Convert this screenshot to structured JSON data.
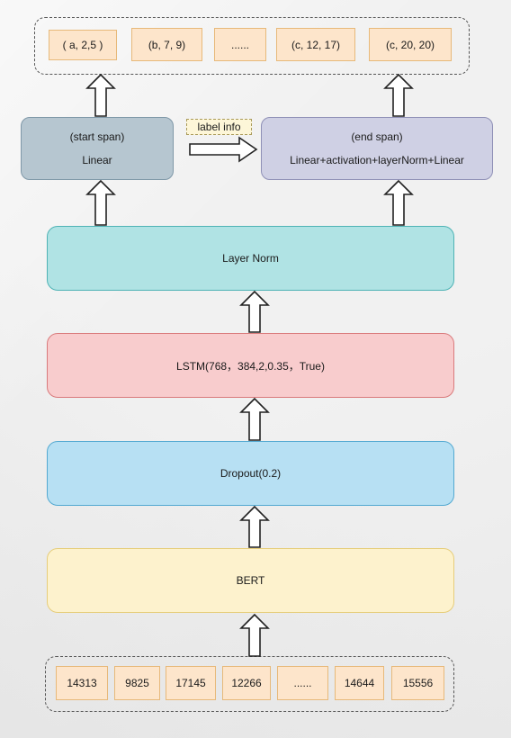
{
  "outputs": [
    "( a, 2,5 )",
    "(b, 7, 9)",
    "......",
    "(c, 12, 17)",
    "(c, 20, 20)"
  ],
  "start_head": {
    "title": "(start span)",
    "body": "Linear"
  },
  "label_info": "label info",
  "end_head": {
    "title": "(end span)",
    "body": "Linear+activation+layerNorm+Linear"
  },
  "layers": {
    "layer_norm": "Layer Norm",
    "lstm": "LSTM(768，384,2,0.35，True)",
    "dropout": "Dropout(0.2)",
    "bert": "BERT"
  },
  "inputs": [
    "14313",
    "9825",
    "17145",
    "12266",
    "......",
    "14644",
    "15556"
  ],
  "colors": {
    "token_fill": "#fde5cb",
    "start_head_fill": "#b6c6d0",
    "end_head_fill": "#cfd0e4",
    "layer_norm_fill": "#b0e3e4",
    "lstm_fill": "#f8cccd",
    "dropout_fill": "#b7e0f3",
    "bert_fill": "#fdf2cd"
  }
}
